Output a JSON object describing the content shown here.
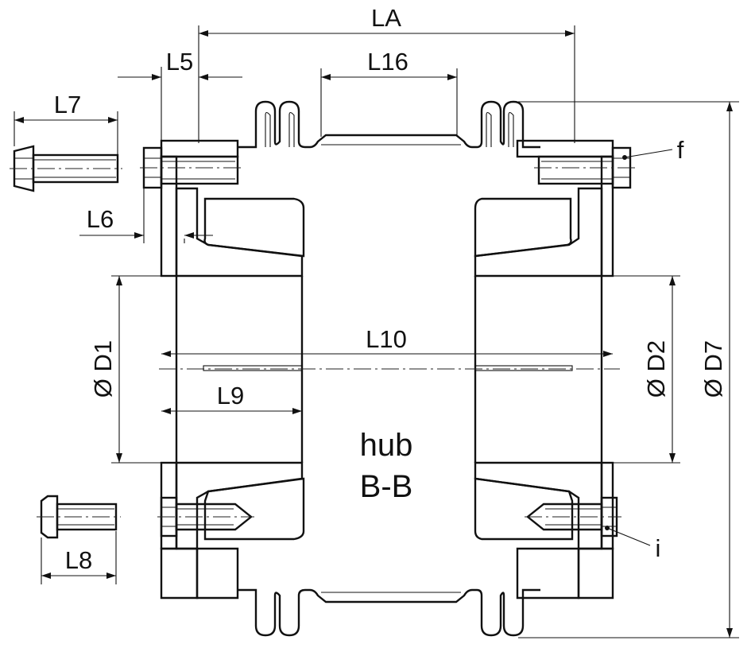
{
  "labels": {
    "la": "LA",
    "l5": "L5",
    "l16": "L16",
    "l7": "L7",
    "l6": "L6",
    "l10": "L10",
    "l9": "L9",
    "l8": "L8",
    "d1": "Ø D1",
    "d2": "Ø D2",
    "d7": "Ø D7",
    "f": "f",
    "i": "i",
    "hub": "hub",
    "section": "B-B"
  }
}
